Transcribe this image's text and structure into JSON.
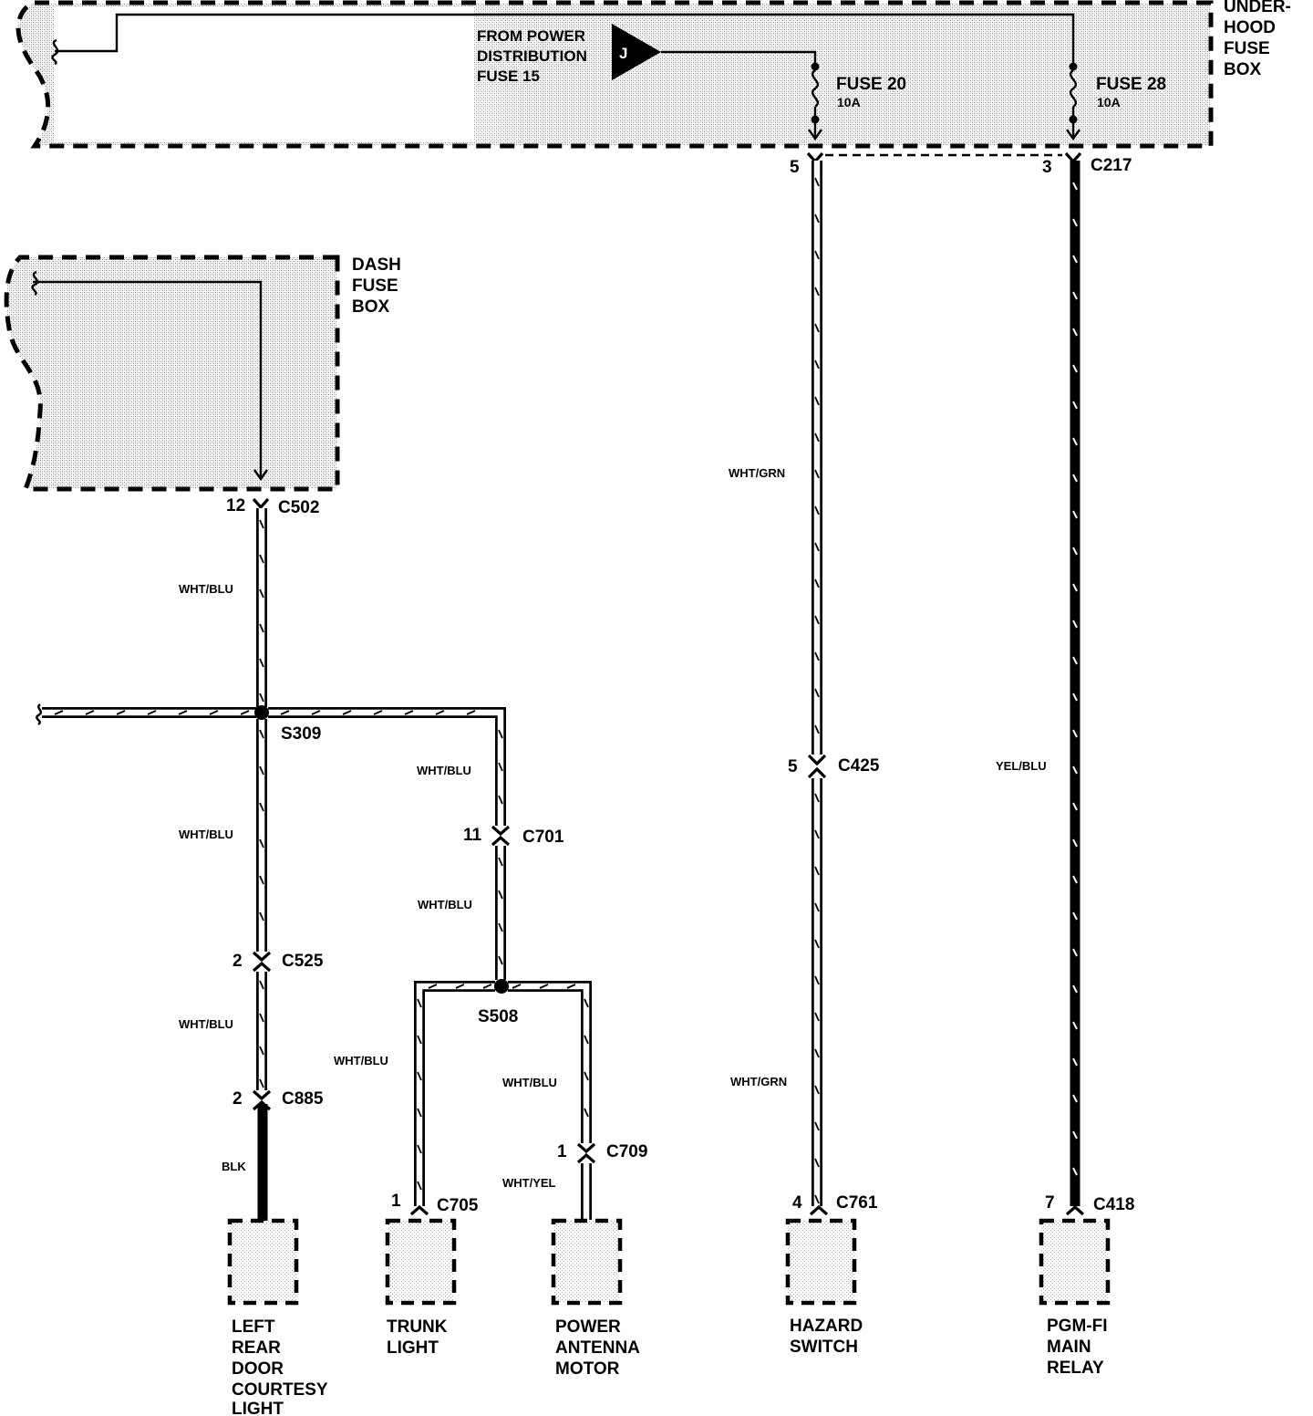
{
  "underhood_fuse_box": {
    "title_lines": [
      "UNDER-",
      "HOOD",
      "FUSE",
      "BOX"
    ],
    "source_lines": [
      "FROM POWER",
      "DISTRIBUTION",
      "FUSE 15"
    ],
    "source_marker": "J",
    "fuse_a": {
      "name": "FUSE 20",
      "rating": "10A"
    },
    "fuse_b": {
      "name": "FUSE 28",
      "rating": "10A"
    }
  },
  "dash_fuse_box": {
    "title_lines": [
      "DASH",
      "FUSE",
      "BOX"
    ]
  },
  "connectors": {
    "c217_pin_a": "5",
    "c217_pin_b": "3",
    "c217_name": "C217",
    "c502_pin": "12",
    "c502_name": "C502",
    "c425_pin": "5",
    "c425_name": "C425",
    "c701_pin": "11",
    "c701_name": "C701",
    "c525_pin": "2",
    "c525_name": "C525",
    "c885_pin": "2",
    "c885_name": "C885",
    "c709_pin": "1",
    "c709_name": "C709",
    "c705_pin": "1",
    "c705_name": "C705",
    "c761_pin": "4",
    "c761_name": "C761",
    "c418_pin": "7",
    "c418_name": "C418"
  },
  "splices": {
    "s309": "S309",
    "s508": "S508"
  },
  "wires": {
    "c502_to_s309": "WHT/BLU",
    "s309_to_c701": "WHT/BLU",
    "s309_to_c525": "WHT/BLU",
    "c701_to_s508": "WHT/BLU",
    "c525_to_c885": "WHT/BLU",
    "c885_to_door_light": "BLK",
    "s508_to_trunk": "WHT/BLU",
    "s508_to_c709": "WHT/BLU",
    "c709_to_antenna": "WHT/YEL",
    "fuse20_upper": "WHT/GRN",
    "fuse20_lower": "WHT/GRN",
    "fuse28": "YEL/BLU"
  },
  "components": {
    "door_light_lines": [
      "LEFT",
      "REAR",
      "DOOR",
      "COURTESY",
      "LIGHT"
    ],
    "trunk_light_lines": [
      "TRUNK",
      "LIGHT"
    ],
    "antenna_lines": [
      "POWER",
      "ANTENNA",
      "MOTOR"
    ],
    "hazard_lines": [
      "HAZARD",
      "SWITCH"
    ],
    "relay_lines": [
      "PGM-FI",
      "MAIN",
      "RELAY"
    ]
  }
}
